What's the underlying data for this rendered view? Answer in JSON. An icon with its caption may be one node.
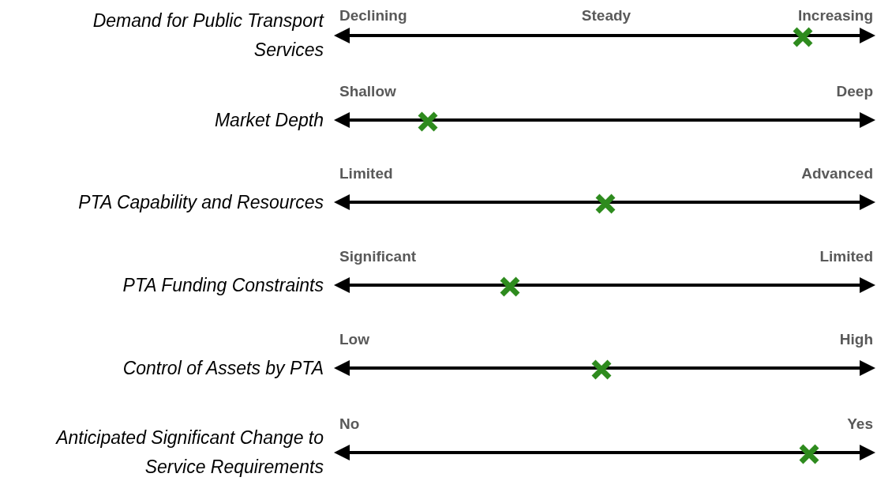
{
  "diagram": {
    "labels": [
      "Demand for Public Transport Services",
      "Declining",
      "Steady",
      "Increasing",
      "Market Depth",
      "Shallow",
      "Deep",
      "PTA Capability and Resources",
      "Limited",
      "Advanced",
      "PTA Funding Constraints",
      "Significant",
      "Limited",
      "Control of Assets by PTA",
      "Low",
      "High",
      "Anticipated Significant Change to Service Requirements",
      "No",
      "Yes"
    ]
  }
}
